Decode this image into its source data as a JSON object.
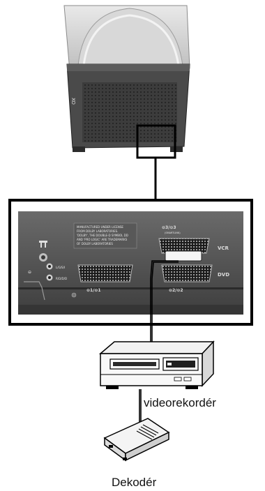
{
  "panel": {
    "license_lines": [
      "MANUFACTURED UNDER LICENSE",
      "FROM DOLBY LABORATORIES.",
      "'DOLBY', THE DOUBLE-D SYMBOL DD",
      "AND 'PRO LOGIC' ARE TRADEMARKS",
      "OF DOLBY LABORATORIES"
    ],
    "scart3_label": "⊖3/⊝3",
    "smartlink_label": "(SMARTLINK)",
    "vcr_label": "VCR",
    "dvd_label": "DVD",
    "scart1_label": "⊖1/⊝1",
    "scart2_label": "⊖2/⊝2",
    "audio_l_label": "L/G/S/I",
    "audio_r_label": "R/D/D/D"
  },
  "tv": {
    "side_marking": "XO"
  },
  "labels": {
    "vcr": "videorekordér",
    "decoder": "Dekodér"
  }
}
